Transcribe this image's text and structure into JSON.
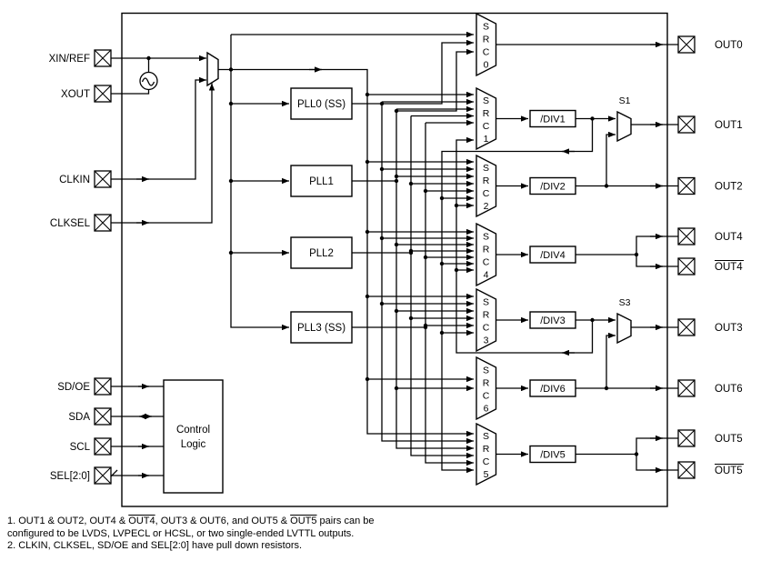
{
  "diagram": {
    "inputs": [
      {
        "id": "xin_ref",
        "label": "XIN/REF"
      },
      {
        "id": "xout",
        "label": "XOUT"
      },
      {
        "id": "clkin",
        "label": "CLKIN"
      },
      {
        "id": "clksel",
        "label": "CLKSEL"
      },
      {
        "id": "sd_oe",
        "label": "SD/OE"
      },
      {
        "id": "sda",
        "label": "SDA"
      },
      {
        "id": "scl",
        "label": "SCL"
      },
      {
        "id": "sel20",
        "label": "SEL[2:0]"
      }
    ],
    "plls": [
      {
        "label": "PLL0 (SS)"
      },
      {
        "label": "PLL1"
      },
      {
        "label": "PLL2"
      },
      {
        "label": "PLL3 (SS)"
      }
    ],
    "control": {
      "line1": "Control",
      "line2": "Logic"
    },
    "srcs": [
      {
        "id": "src0",
        "chars": [
          "S",
          "R",
          "C",
          "0"
        ]
      },
      {
        "id": "src1",
        "chars": [
          "S",
          "R",
          "C",
          "1"
        ]
      },
      {
        "id": "src2",
        "chars": [
          "S",
          "R",
          "C",
          "2"
        ]
      },
      {
        "id": "src4",
        "chars": [
          "S",
          "R",
          "C",
          "4"
        ]
      },
      {
        "id": "src3",
        "chars": [
          "S",
          "R",
          "C",
          "3"
        ]
      },
      {
        "id": "src6",
        "chars": [
          "S",
          "R",
          "C",
          "6"
        ]
      },
      {
        "id": "src5",
        "chars": [
          "S",
          "R",
          "C",
          "5"
        ]
      }
    ],
    "dividers": [
      {
        "label": "/DIV1"
      },
      {
        "label": "/DIV2"
      },
      {
        "label": "/DIV4"
      },
      {
        "label": "/DIV3"
      },
      {
        "label": "/DIV6"
      },
      {
        "label": "/DIV5"
      }
    ],
    "selectors": [
      {
        "label": "S1"
      },
      {
        "label": "S3"
      }
    ],
    "outputs": [
      {
        "id": "out0",
        "label": "OUT0",
        "overline": false
      },
      {
        "id": "out1",
        "label": "OUT1",
        "overline": false
      },
      {
        "id": "out2",
        "label": "OUT2",
        "overline": false
      },
      {
        "id": "out4",
        "label": "OUT4",
        "overline": false
      },
      {
        "id": "out4b",
        "label": "OUT4",
        "overline": true
      },
      {
        "id": "out3",
        "label": "OUT3",
        "overline": false
      },
      {
        "id": "out6",
        "label": "OUT6",
        "overline": false
      },
      {
        "id": "out5",
        "label": "OUT5",
        "overline": false
      },
      {
        "id": "out5b",
        "label": "OUT5",
        "overline": true
      }
    ]
  },
  "footnotes": {
    "line1_segments": [
      {
        "text": "1. OUT1 & OUT2, OUT4 & ",
        "overline": false
      },
      {
        "text": "OUT4",
        "overline": true
      },
      {
        "text": ", OUT3 & OUT6, and OUT5 & ",
        "overline": false
      },
      {
        "text": "OUT5",
        "overline": true
      },
      {
        "text": " pairs can be",
        "overline": false
      }
    ],
    "line2": "configured to be LVDS, LVPECL or HCSL, or two single-ended LVTTL outputs.",
    "line3": "2. CLKIN, CLKSEL, SD/OE and SEL[2:0] have pull down resistors."
  }
}
